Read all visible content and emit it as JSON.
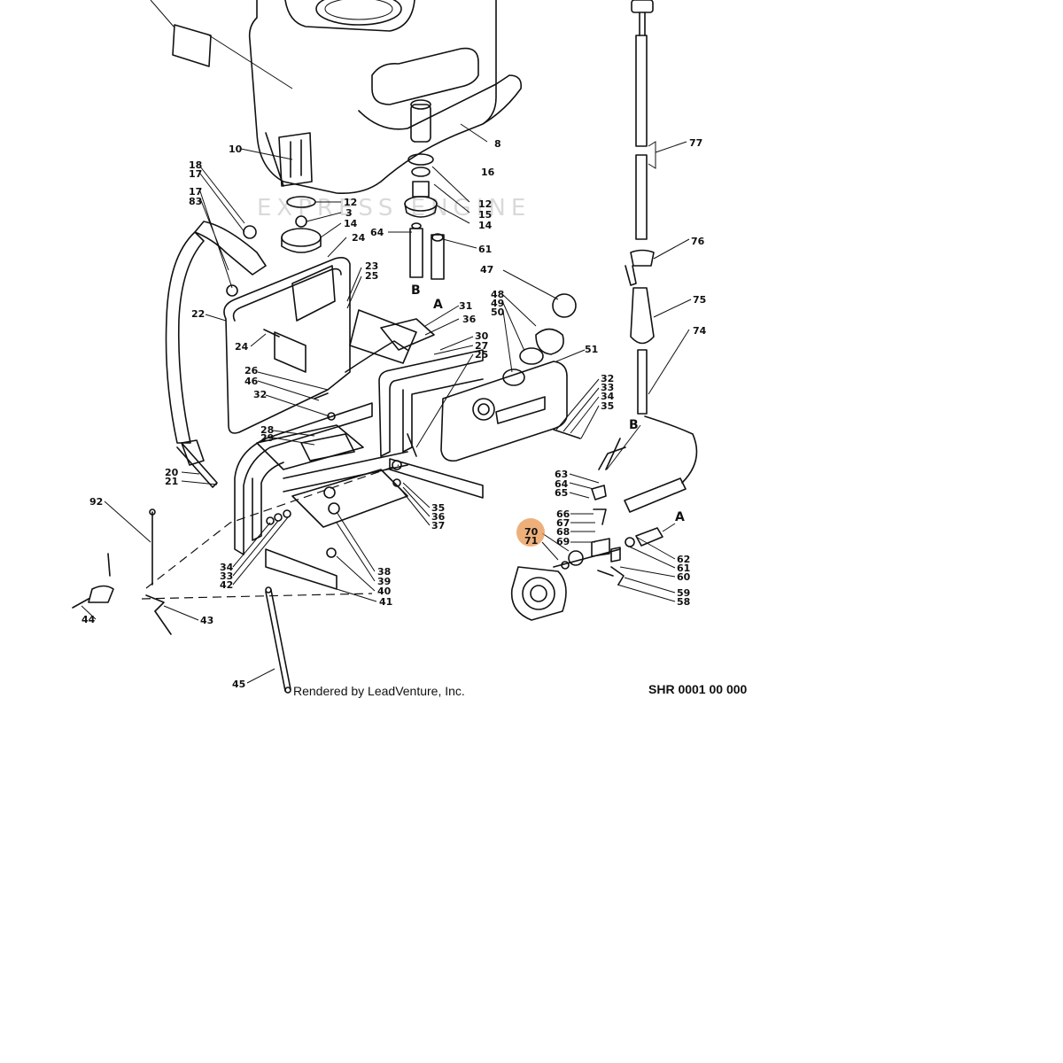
{
  "diagram": {
    "watermark_text": "EXPRESS ENGINE",
    "credit": "Rendered by LeadVenture, Inc.",
    "drawing_code": "SHR 0001 00 000",
    "highlight_color": "#e8964f",
    "highlighted_callouts": [
      "70",
      "71"
    ],
    "connection_markers": [
      "A",
      "B"
    ],
    "callouts": {
      "c8": "8",
      "c10": "10",
      "c16": "16",
      "c12a": "12",
      "c3a": "3",
      "c14a": "14",
      "c12b": "12",
      "c15": "15",
      "c14b": "14",
      "c18": "18",
      "c17a": "17",
      "c17b": "17",
      "c83": "83",
      "c24a": "24",
      "c64a": "64",
      "c61a": "61",
      "cB1": "B",
      "cA1": "A",
      "c23": "23",
      "c25a": "25",
      "c22": "22",
      "c47": "47",
      "c48": "48",
      "c49": "49",
      "c50": "50",
      "c31": "31",
      "c36a": "36",
      "c24b": "24",
      "c30": "30",
      "c27": "27",
      "c25b": "25",
      "c51": "51",
      "c26": "26",
      "c46": "46",
      "c32a": "32",
      "c32b": "32",
      "c33a": "33",
      "c34a": "34",
      "c35a": "35",
      "c28": "28",
      "c29": "29",
      "c20": "20",
      "c21": "21",
      "c77": "77",
      "c76": "76",
      "c75": "75",
      "c74": "74",
      "cB2": "B",
      "c63": "63",
      "c64b": "64",
      "c65": "65",
      "c66": "66",
      "c67": "67",
      "c68": "68",
      "c69": "69",
      "c70": "70",
      "c71": "71",
      "cA2": "A",
      "c62": "62",
      "c61b": "61",
      "c60": "60",
      "c59": "59",
      "c58": "58",
      "c35b": "35",
      "c36b": "36",
      "c37": "37",
      "c38": "38",
      "c39": "39",
      "c40": "40",
      "c41": "41",
      "c92": "92",
      "c34b": "34",
      "c33b": "33",
      "c42": "42",
      "c43": "43",
      "c44": "44",
      "c45": "45"
    }
  }
}
